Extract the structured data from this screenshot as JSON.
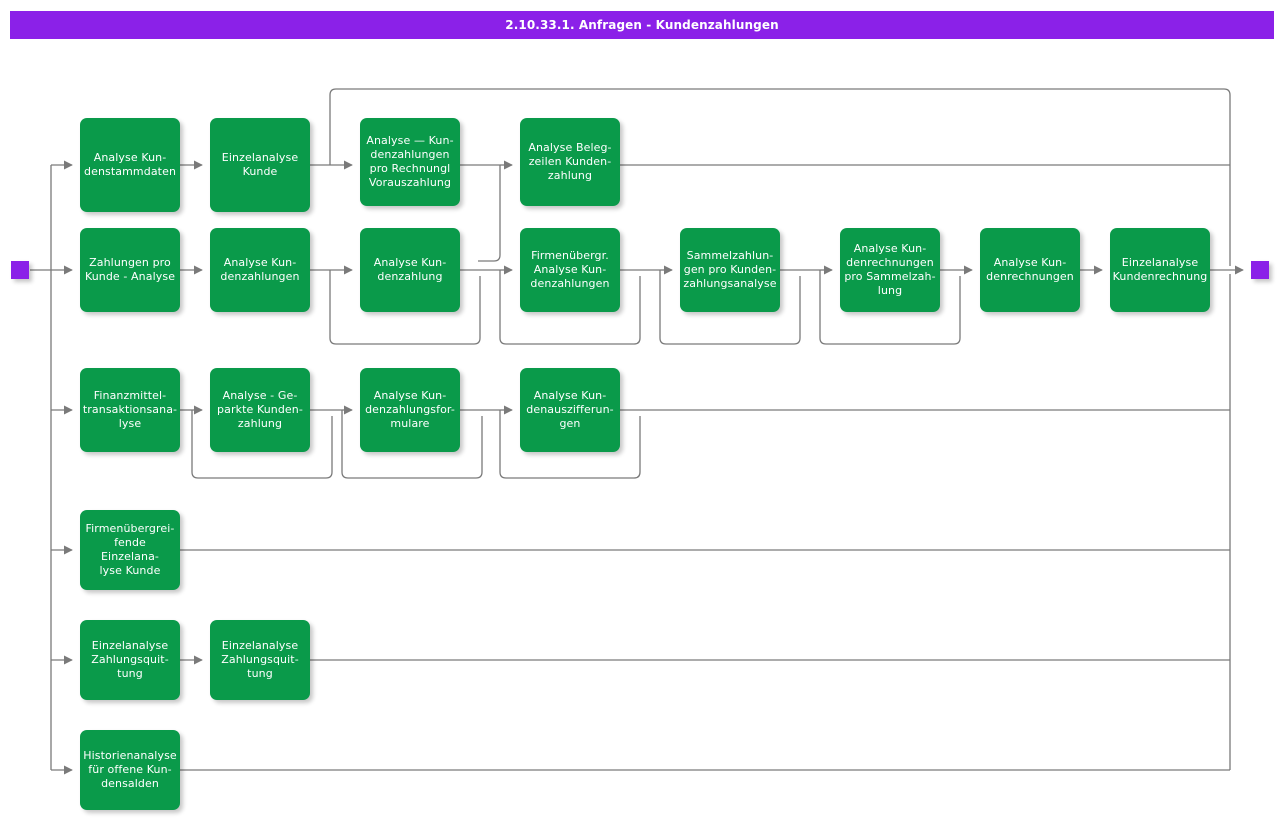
{
  "title": {
    "text": "2.10.33.1. Anfragen - Kundenzahlungen",
    "bar_color": "#8B21E8",
    "text_color": "#ffffff"
  },
  "theme": {
    "node_fill": "#0A9A4A",
    "node_text": "#ffffff",
    "terminal_fill": "#8B21E8",
    "edge_color": "#7a7a7a",
    "background": "#ffffff"
  },
  "terminals": [
    {
      "name": "start",
      "label": ""
    },
    {
      "name": "end",
      "label": ""
    }
  ],
  "rows": [
    {
      "row": 1,
      "nodes": [
        {
          "id": "n1",
          "label": "Analyse Kun-\ndenstammdaten"
        },
        {
          "id": "n2",
          "label": "Einzelanalyse\nKunde"
        },
        {
          "id": "n3",
          "label": "Analyse — Kun-\ndenzahlungen\npro Rechnungl\nVorauszahlung"
        },
        {
          "id": "n4",
          "label": "Analyse Beleg-\nzeilen Kunden-\nzahlung"
        }
      ]
    },
    {
      "row": 2,
      "nodes": [
        {
          "id": "n5",
          "label": "Zahlungen pro\nKunde - Analyse"
        },
        {
          "id": "n6",
          "label": "Analyse Kun-\ndenzahlungen"
        },
        {
          "id": "n7",
          "label": "Analyse Kun-\ndenzahlung"
        },
        {
          "id": "n8",
          "label": "Firmenübergr.\nAnalyse Kun-\ndenzahlungen"
        },
        {
          "id": "n9",
          "label": "Sammelzahlun-\ngen pro Kunden-\nzahlungsanalyse"
        },
        {
          "id": "n10",
          "label": "Analyse Kun-\ndenrechnungen\npro Sammelzah-\nlung"
        },
        {
          "id": "n11",
          "label": "Analyse Kun-\ndenrechnungen"
        },
        {
          "id": "n12",
          "label": "Einzelanalyse\nKundenrechnung"
        }
      ]
    },
    {
      "row": 3,
      "nodes": [
        {
          "id": "n13",
          "label": "Finanzmittel-\ntransaktionsana-\nlyse"
        },
        {
          "id": "n14",
          "label": "Analyse - Ge-\nparkte Kunden-\nzahlung"
        },
        {
          "id": "n15",
          "label": "Analyse Kun-\ndenzahlungsfor-\nmulare"
        },
        {
          "id": "n16",
          "label": "Analyse Kun-\ndenauszifferun-\ngen"
        }
      ]
    },
    {
      "row": 4,
      "nodes": [
        {
          "id": "n17",
          "label": "Firmenübergrei-\nfende Einzelana-\nlyse Kunde"
        }
      ]
    },
    {
      "row": 5,
      "nodes": [
        {
          "id": "n18",
          "label": "Einzelanalyse\nZahlungsquit-\ntung"
        },
        {
          "id": "n19",
          "label": "Einzelanalyse\nZahlungsquit-\ntung"
        }
      ]
    },
    {
      "row": 6,
      "nodes": [
        {
          "id": "n20",
          "label": "Historienanalyse\nfür offene Kun-\ndensalden"
        }
      ]
    }
  ]
}
